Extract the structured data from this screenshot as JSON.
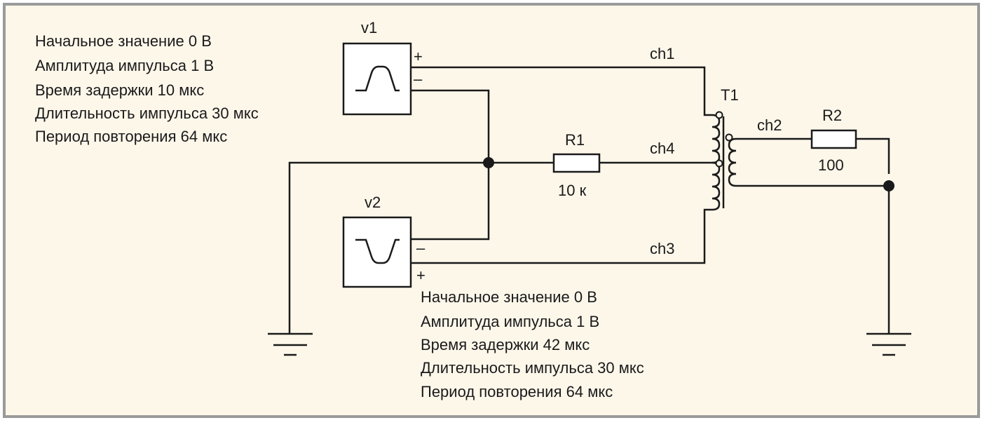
{
  "diagram": {
    "title": "Pulse transformer test circuit",
    "sources": [
      {
        "id": "v1",
        "label": "v1",
        "waveform": "positive-pulse",
        "plus_label": "+",
        "minus_label": "–",
        "params": [
          "Начальное значение 0 В",
          "Амплитуда импульса 1 В",
          "Время задержки 10 мкс",
          "Длительность импульса 30 мкс",
          "Период повторения 64 мкс"
        ]
      },
      {
        "id": "v2",
        "label": "v2",
        "waveform": "negative-pulse",
        "plus_label": "+",
        "minus_label": "–",
        "params": [
          "Начальное значение 0 В",
          "Амплитуда импульса 1 В",
          "Время задержки 42 мкс",
          "Длительность импульса 30 мкс",
          "Период повторения 64 мкс"
        ]
      }
    ],
    "resistors": [
      {
        "id": "R1",
        "label": "R1",
        "value": "10 к"
      },
      {
        "id": "R2",
        "label": "R2",
        "value": "100"
      }
    ],
    "transformer": {
      "id": "T1",
      "label": "T1"
    },
    "nets": {
      "ch1": "ch1",
      "ch2": "ch2",
      "ch3": "ch3",
      "ch4": "ch4"
    },
    "colors": {
      "background": "#fdf7ea",
      "border": "#9a9a9a",
      "ink": "#1a1a1a"
    }
  }
}
